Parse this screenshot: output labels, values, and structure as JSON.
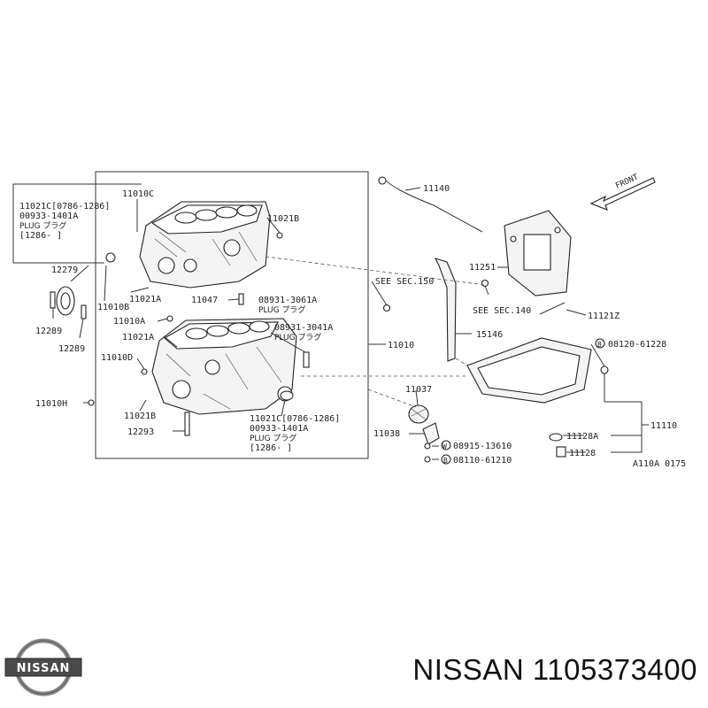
{
  "brand": "NISSAN",
  "part_number": "1105373400",
  "logo_text": "NISSAN",
  "figure_id": "A110A 0175",
  "front_label": "FRONT",
  "plug_jp": "PLUG プラグ",
  "labels": {
    "l11010C": "11010C",
    "l11021C_top": "11021C[0786-1286]",
    "l00933_top": "00933-1401A",
    "lrange_top": "[1286-    ]",
    "l11021B_top": "11021B",
    "l12279": "12279",
    "l12289a": "12289",
    "l12289b": "12289",
    "l11010B": "11010B",
    "l11021A_top": "11021A",
    "l11047": "11047",
    "l08931_3061": "08931-3061A",
    "l11010A": "11010A",
    "l11021A_mid": "11021A",
    "l08931_3041": "08931-3041A",
    "l11010D": "11010D",
    "l11010H": "11010H",
    "l11021B_bot": "11021B",
    "l12293": "12293",
    "l11021C_bot": "11021C[0786-1286]",
    "l00933_bot": "00933-1401A",
    "lrange_bot": "[1286-    ]",
    "l11010": "11010",
    "l11140": "11140",
    "l_seesec150": "SEE SEC.150",
    "l15146": "15146",
    "l11251": "11251",
    "l_seesec140": "SEE SEC.140",
    "l11121Z": "11121Z",
    "l08120": "08120-61228",
    "l11037": "11037",
    "l11038": "11038",
    "l08915": "08915-13610",
    "l08110": "08110-61210",
    "l11110": "11110",
    "l11128A": "11128A",
    "l11128": "11128",
    "circle_B": "B",
    "circle_W": "W"
  }
}
